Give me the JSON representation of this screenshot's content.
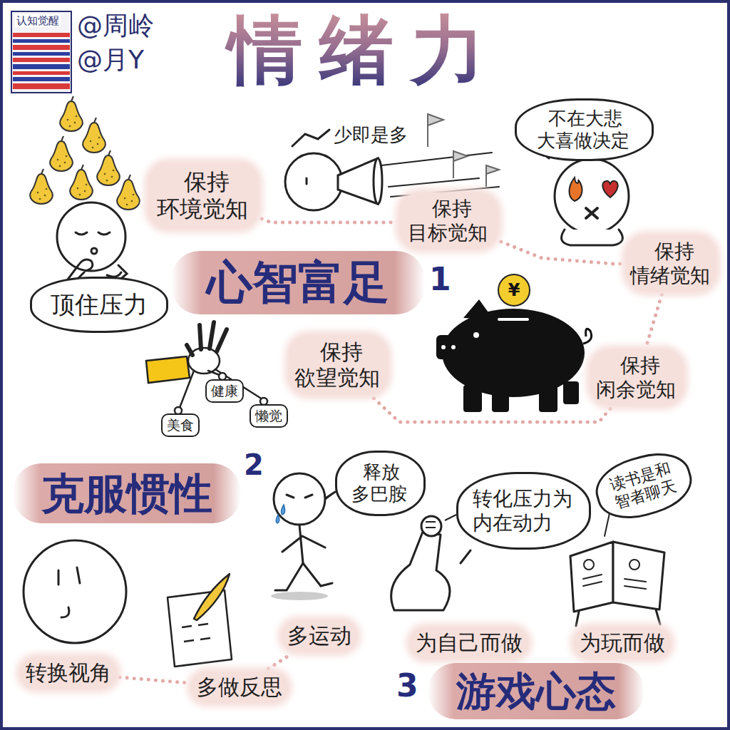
{
  "diagram": {
    "title": "情绪力",
    "nodes": [
      {
        "text": [
          "保持环境觉知"
        ]
      },
      {
        "text": [
          "保持目标觉知"
        ]
      },
      {
        "text": [
          "不在大悲大喜做决定"
        ]
      },
      {
        "text": [
          "保持情绪觉知"
        ]
      },
      {
        "text": [
          "心智富足"
        ]
      },
      {
        "text": [
          "顶住压力"
        ]
      },
      {
        "text": [
          "保持欲望觉知"
        ]
      },
      {
        "text": [
          "¥"
        ]
      },
      {
        "text": [
          "保持闲余觉知"
        ]
      },
      {
        "text": [
          "健康"
        ]
      },
      {
        "text": [
          "美食"
        ]
      },
      {
        "text": [
          "懒觉"
        ]
      },
      {
        "text": [
          "克服惯性"
        ]
      },
      {
        "text": [
          "释放多巴胺"
        ]
      },
      {
        "text": [
          "转化压力为内在动力"
        ]
      },
      {
        "text": [
          "读书是和智者聊天"
        ]
      },
      {
        "text": [
          "多运动"
        ]
      },
      {
        "text": [
          "为自己而做"
        ]
      },
      {
        "text": [
          "为玩而做"
        ]
      },
      {
        "text": [
          "转换视角"
        ]
      },
      {
        "text": [
          "多做反思"
        ]
      },
      {
        "text": [
          "游戏心态"
        ]
      }
    ],
    "edges": [
      {
        "from": 0,
        "to": 1,
        "arrow": "none"
      },
      {
        "from": 1,
        "to": 3,
        "arrow": "none"
      },
      {
        "from": 3,
        "to": 8,
        "arrow": "none"
      },
      {
        "from": 8,
        "to": 6,
        "arrow": "none"
      },
      {
        "from": 19,
        "to": 20,
        "arrow": "none"
      },
      {
        "from": 20,
        "to": 16,
        "arrow": "none"
      }
    ],
    "labels": [
      "@周岭",
      "@月Y",
      "认知觉醒",
      "少即是多",
      "1",
      "2",
      "3"
    ]
  }
}
